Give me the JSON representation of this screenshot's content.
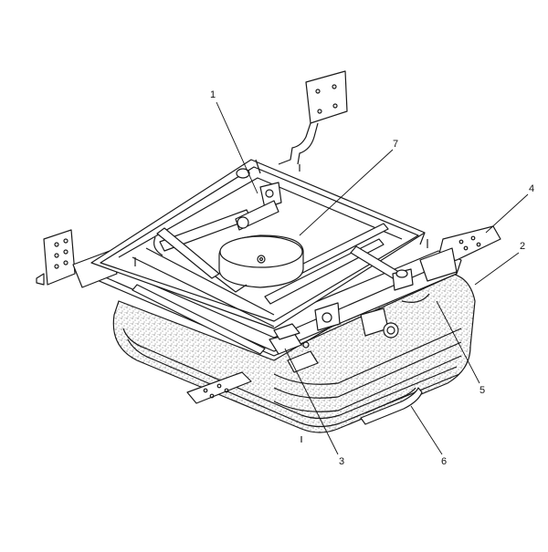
{
  "callouts": [
    {
      "id": "1",
      "text": "1"
    },
    {
      "id": "2",
      "text": "2"
    },
    {
      "id": "3",
      "text": "3"
    },
    {
      "id": "4",
      "text": "4"
    },
    {
      "id": "5",
      "text": "5"
    },
    {
      "id": "6",
      "text": "6"
    },
    {
      "id": "7",
      "text": "7"
    }
  ],
  "colors": {
    "line": "#1a1a1a",
    "background": "#ffffff",
    "foam_stipple": "#555555"
  }
}
